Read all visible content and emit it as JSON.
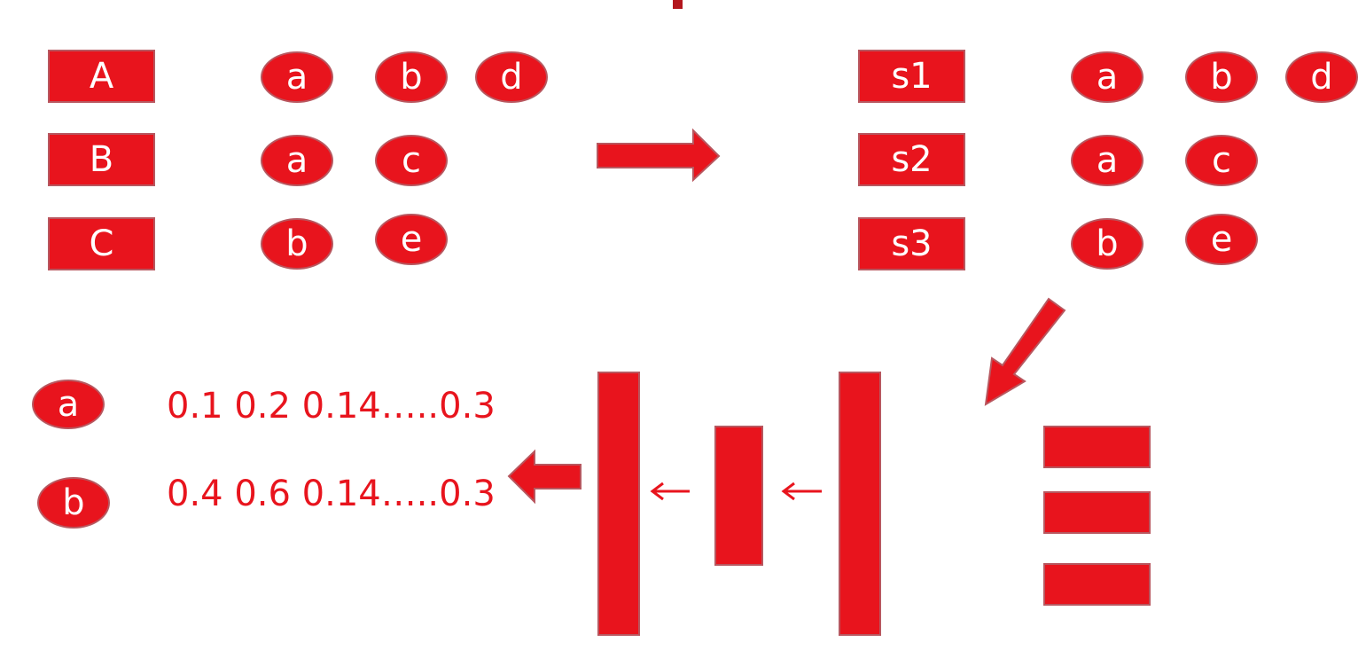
{
  "colors": {
    "fill": "#e8141d",
    "stroke": "#b8575f",
    "text_on_fill": "#ffffff",
    "vector_text": "#e8141d"
  },
  "left_group": {
    "rows": [
      {
        "label": "A",
        "items": [
          "a",
          "b",
          "d"
        ]
      },
      {
        "label": "B",
        "items": [
          "a",
          "c"
        ]
      },
      {
        "label": "C",
        "items": [
          "b",
          "e"
        ]
      }
    ]
  },
  "right_group": {
    "rows": [
      {
        "label": "s1",
        "items": [
          "a",
          "b",
          "d"
        ]
      },
      {
        "label": "s2",
        "items": [
          "a",
          "c"
        ]
      },
      {
        "label": "s3",
        "items": [
          "b",
          "e"
        ]
      }
    ]
  },
  "embeddings": [
    {
      "token": "a",
      "vector": "0.1 0.2 0.14…..0.3"
    },
    {
      "token": "b",
      "vector": "0.4 0.6 0.14…..0.3"
    }
  ]
}
